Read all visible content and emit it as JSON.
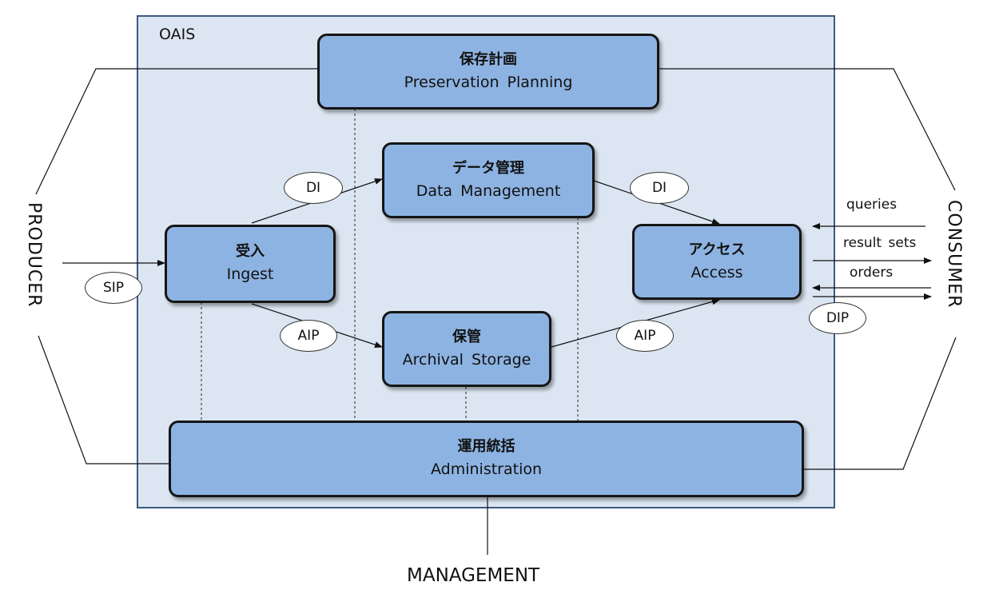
{
  "oais_label": "OAIS",
  "producer": "PRODUCER",
  "consumer": "CONSUMER",
  "management": "MANAGEMENT",
  "boxes": {
    "preservation": {
      "jp": "保存計画",
      "en": "Preservation Planning"
    },
    "data_management": {
      "jp": "データ管理",
      "en": "Data Management"
    },
    "ingest": {
      "jp": "受入",
      "en": "Ingest"
    },
    "access": {
      "jp": "アクセス",
      "en": "Access"
    },
    "archival_storage": {
      "jp": "保管",
      "en": "Archival Storage"
    },
    "administration": {
      "jp": "運用統括",
      "en": "Administration"
    }
  },
  "flows": {
    "sip": "SIP",
    "di_left": "DI",
    "di_right": "DI",
    "aip_left": "AIP",
    "aip_right": "AIP",
    "dip": "DIP"
  },
  "consumer_labels": {
    "queries": "queries",
    "result_sets": "result sets",
    "orders": "orders"
  }
}
